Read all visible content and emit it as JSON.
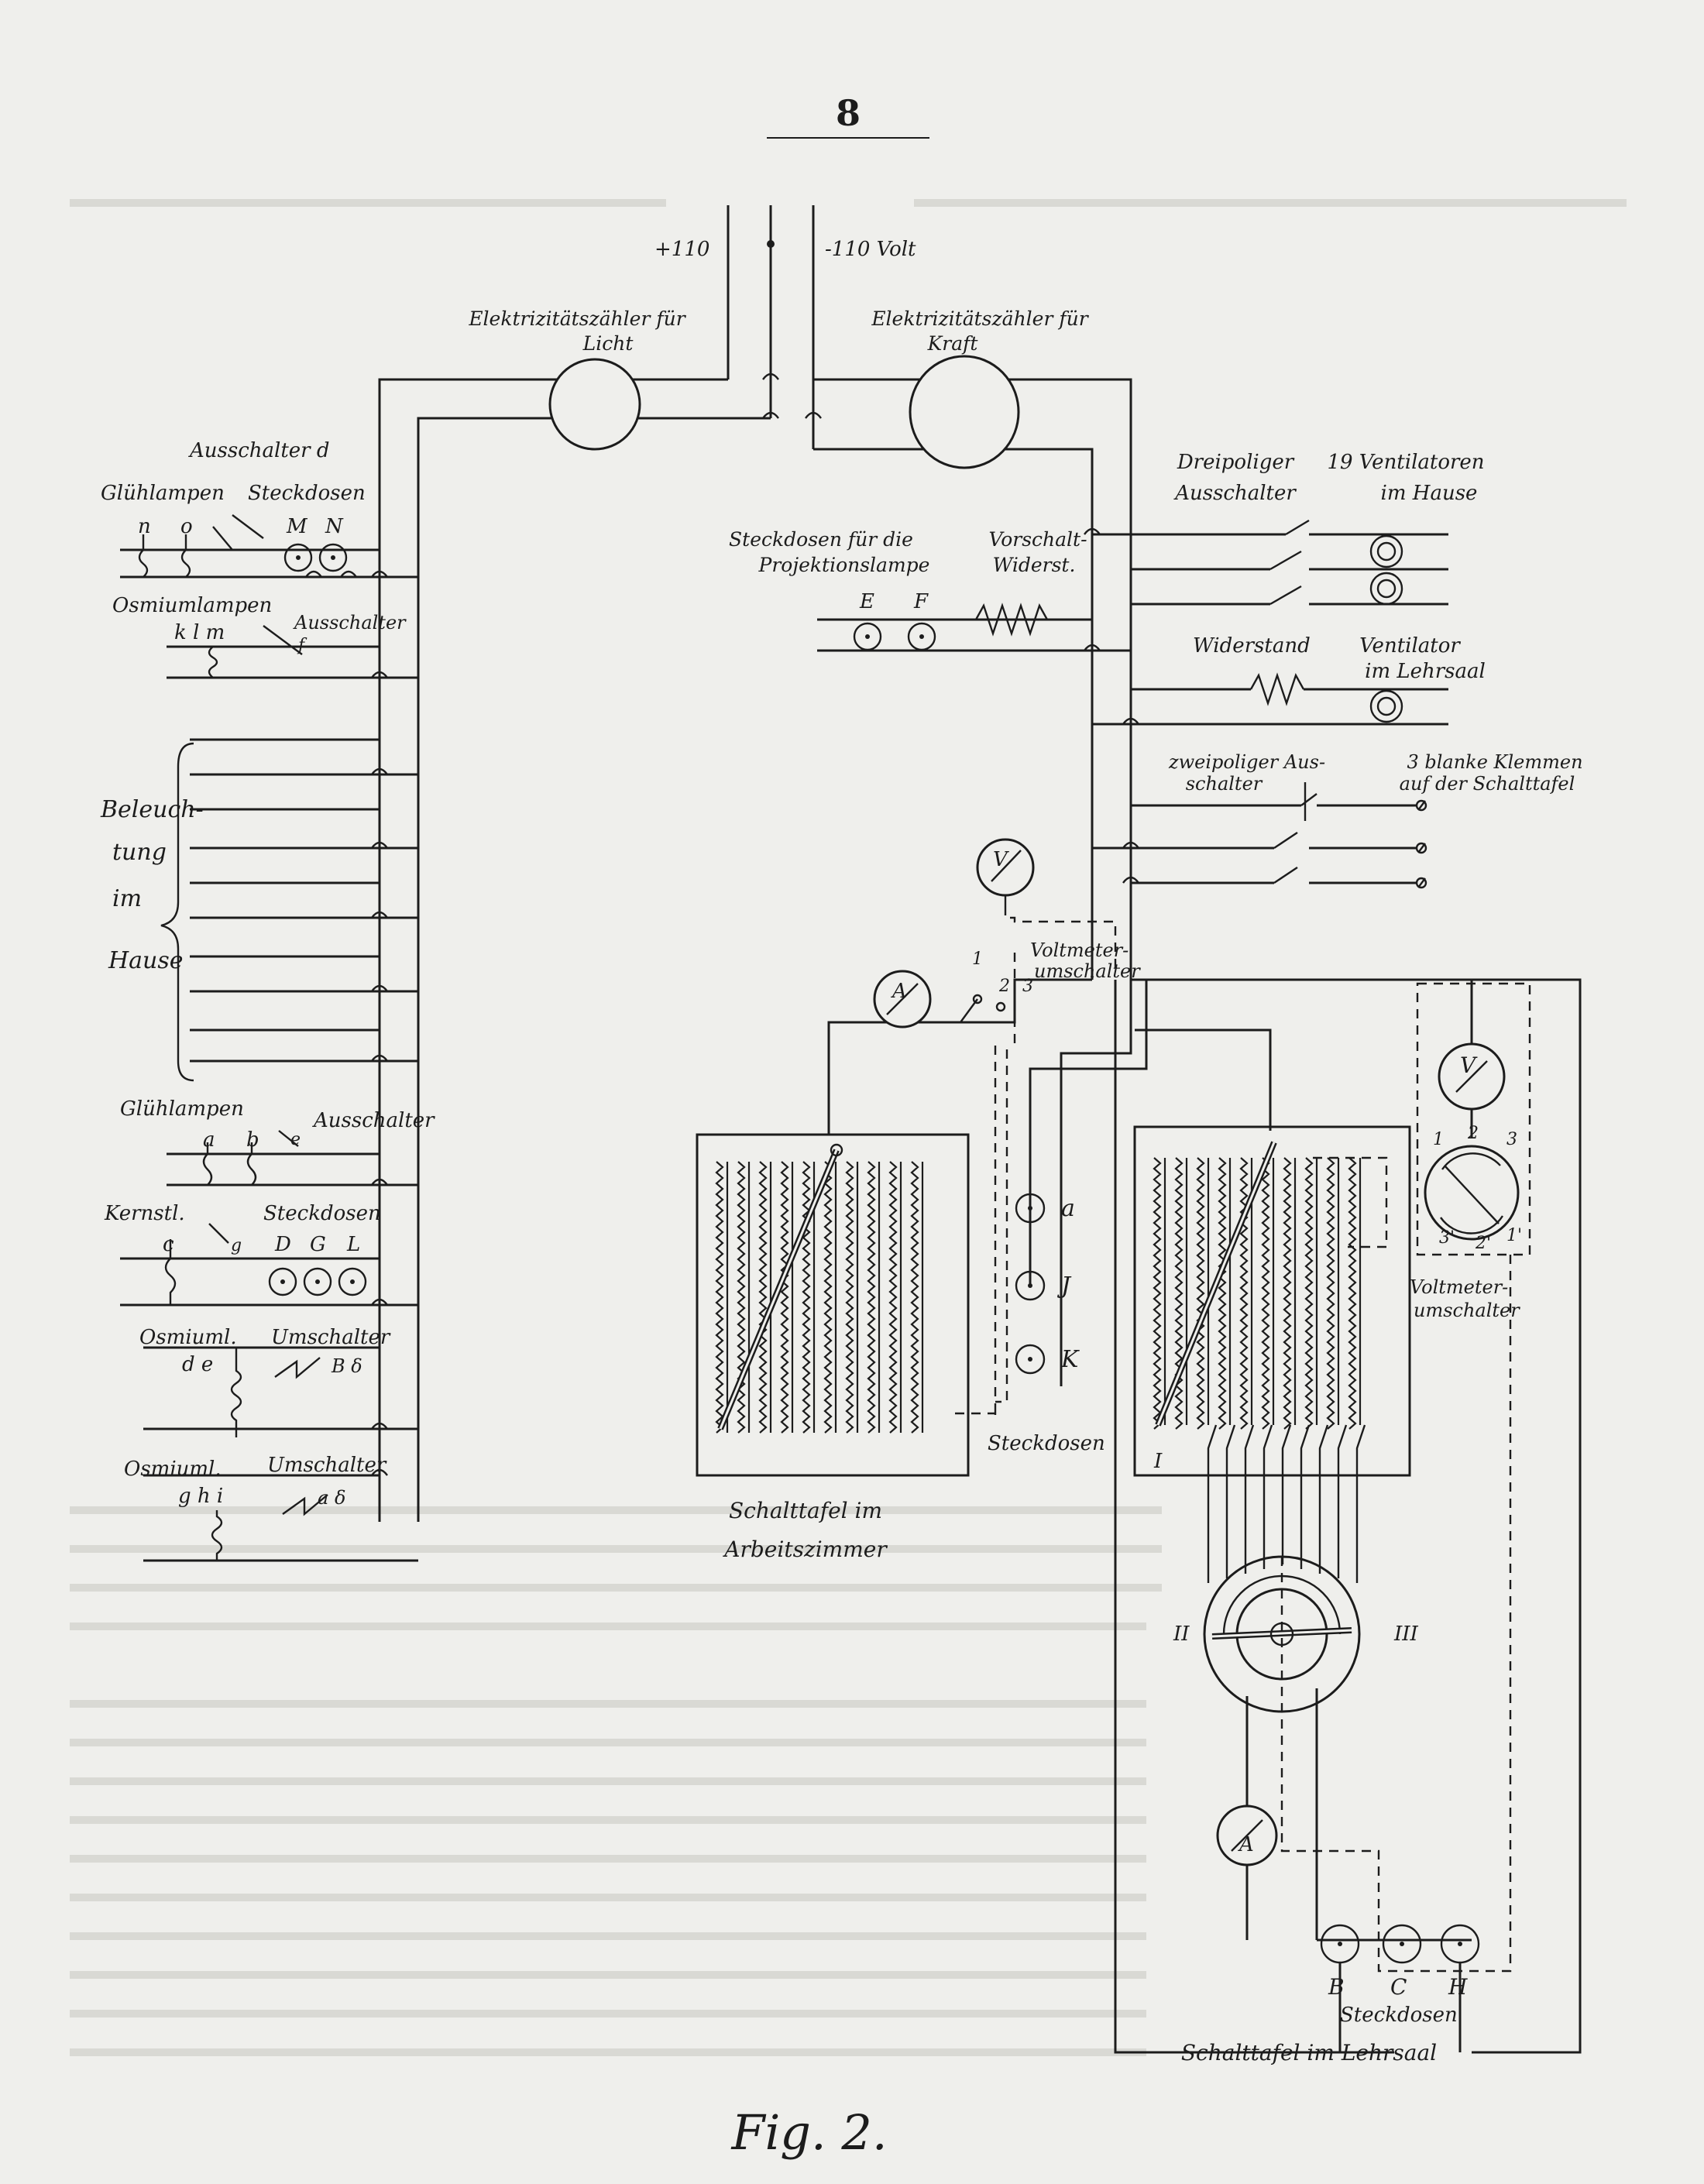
{
  "page_number": "8",
  "figure_caption": "Fig. 2.",
  "supply": {
    "plus": "+110",
    "minus": "-110 Volt"
  },
  "meters": {
    "light": "Elektrizitätszähler für Licht",
    "power": "Elektrizitätszähler für Kraft"
  },
  "left": {
    "gluehlampen1": "Glühlampen",
    "ausschalter1": "Ausschalter d",
    "steckdosen1": "Steckdosen",
    "lamp_letters1": [
      "n",
      "o"
    ],
    "socket_letters1": [
      "M",
      "N"
    ],
    "osmium1": "Osmiumlampen",
    "ausschalter2": "Ausschalter",
    "osmium1_letters": "k l m",
    "switch_f": "f",
    "belichtung": [
      "Beleuch-",
      "tung",
      "im",
      "Hause"
    ],
    "gluehlampen2": "Glühlampen",
    "ausschalter3": "Ausschalter",
    "lamp_letters2": [
      "a",
      "b"
    ],
    "switch_e": "e",
    "kernstl": "Kernstl.",
    "steckdosen2": "Steckdosen",
    "kernst_c": "c",
    "switch_g": "g",
    "socket_letters2": [
      "D",
      "G",
      "L"
    ],
    "osmiuml1": "Osmiuml.",
    "umschalter1": "Umschalter",
    "osmiuml1_letters": "d e",
    "umschalter1_letters": "B δ",
    "osmiuml2": "Osmiuml.",
    "umschalter2": "Umschalter",
    "osmiuml2_letters": "g h i",
    "umschalter2_letters": "a δ"
  },
  "right": {
    "steckdosen_proj": [
      "Steckdosen für die",
      "Projektionslampe"
    ],
    "proj_letters": [
      "E",
      "F"
    ],
    "vorschalt": [
      "Vorschalt-",
      "Widerst."
    ],
    "dreipolig": [
      "Dreipoliger",
      "Ausschalter"
    ],
    "ventilatoren": [
      "19 Ventilatoren",
      "im Hause"
    ],
    "widerstand": "Widerstand",
    "ventilator": [
      "Ventilator",
      "im Lehrsaal"
    ],
    "zweipolig": [
      "zweipoliger Aus-",
      "schalter"
    ],
    "klemmen": [
      "3 blanke Klemmen",
      "auf der Schalttafel"
    ]
  },
  "center": {
    "voltmeter": "V",
    "ammeter": "A",
    "voltmeter_switch": [
      "Voltmeter-",
      "umschalter"
    ],
    "switch_pos": [
      "1",
      "2",
      "3"
    ],
    "socket_letters": [
      "a",
      "J",
      "K"
    ],
    "steckdosen": "Steckdosen",
    "schalttafel_arbeit": [
      "Schalttafel im",
      "Arbeitszimmer"
    ]
  },
  "lecture": {
    "voltmeter": "V",
    "ammeter": "A",
    "voltmeter_switch": [
      "Voltmeter-",
      "umschalter"
    ],
    "rheostat_label": "I",
    "switch_labels": [
      "II",
      "III"
    ],
    "vsw_numbers": [
      "1",
      "2",
      "3",
      "3'",
      "2'",
      "1'"
    ],
    "socket_letters": [
      "B",
      "C",
      "H"
    ],
    "steckdosen": "Steckdosen",
    "schalttafel_lehrsaal": "Schalttafel im Lehrsaal"
  }
}
